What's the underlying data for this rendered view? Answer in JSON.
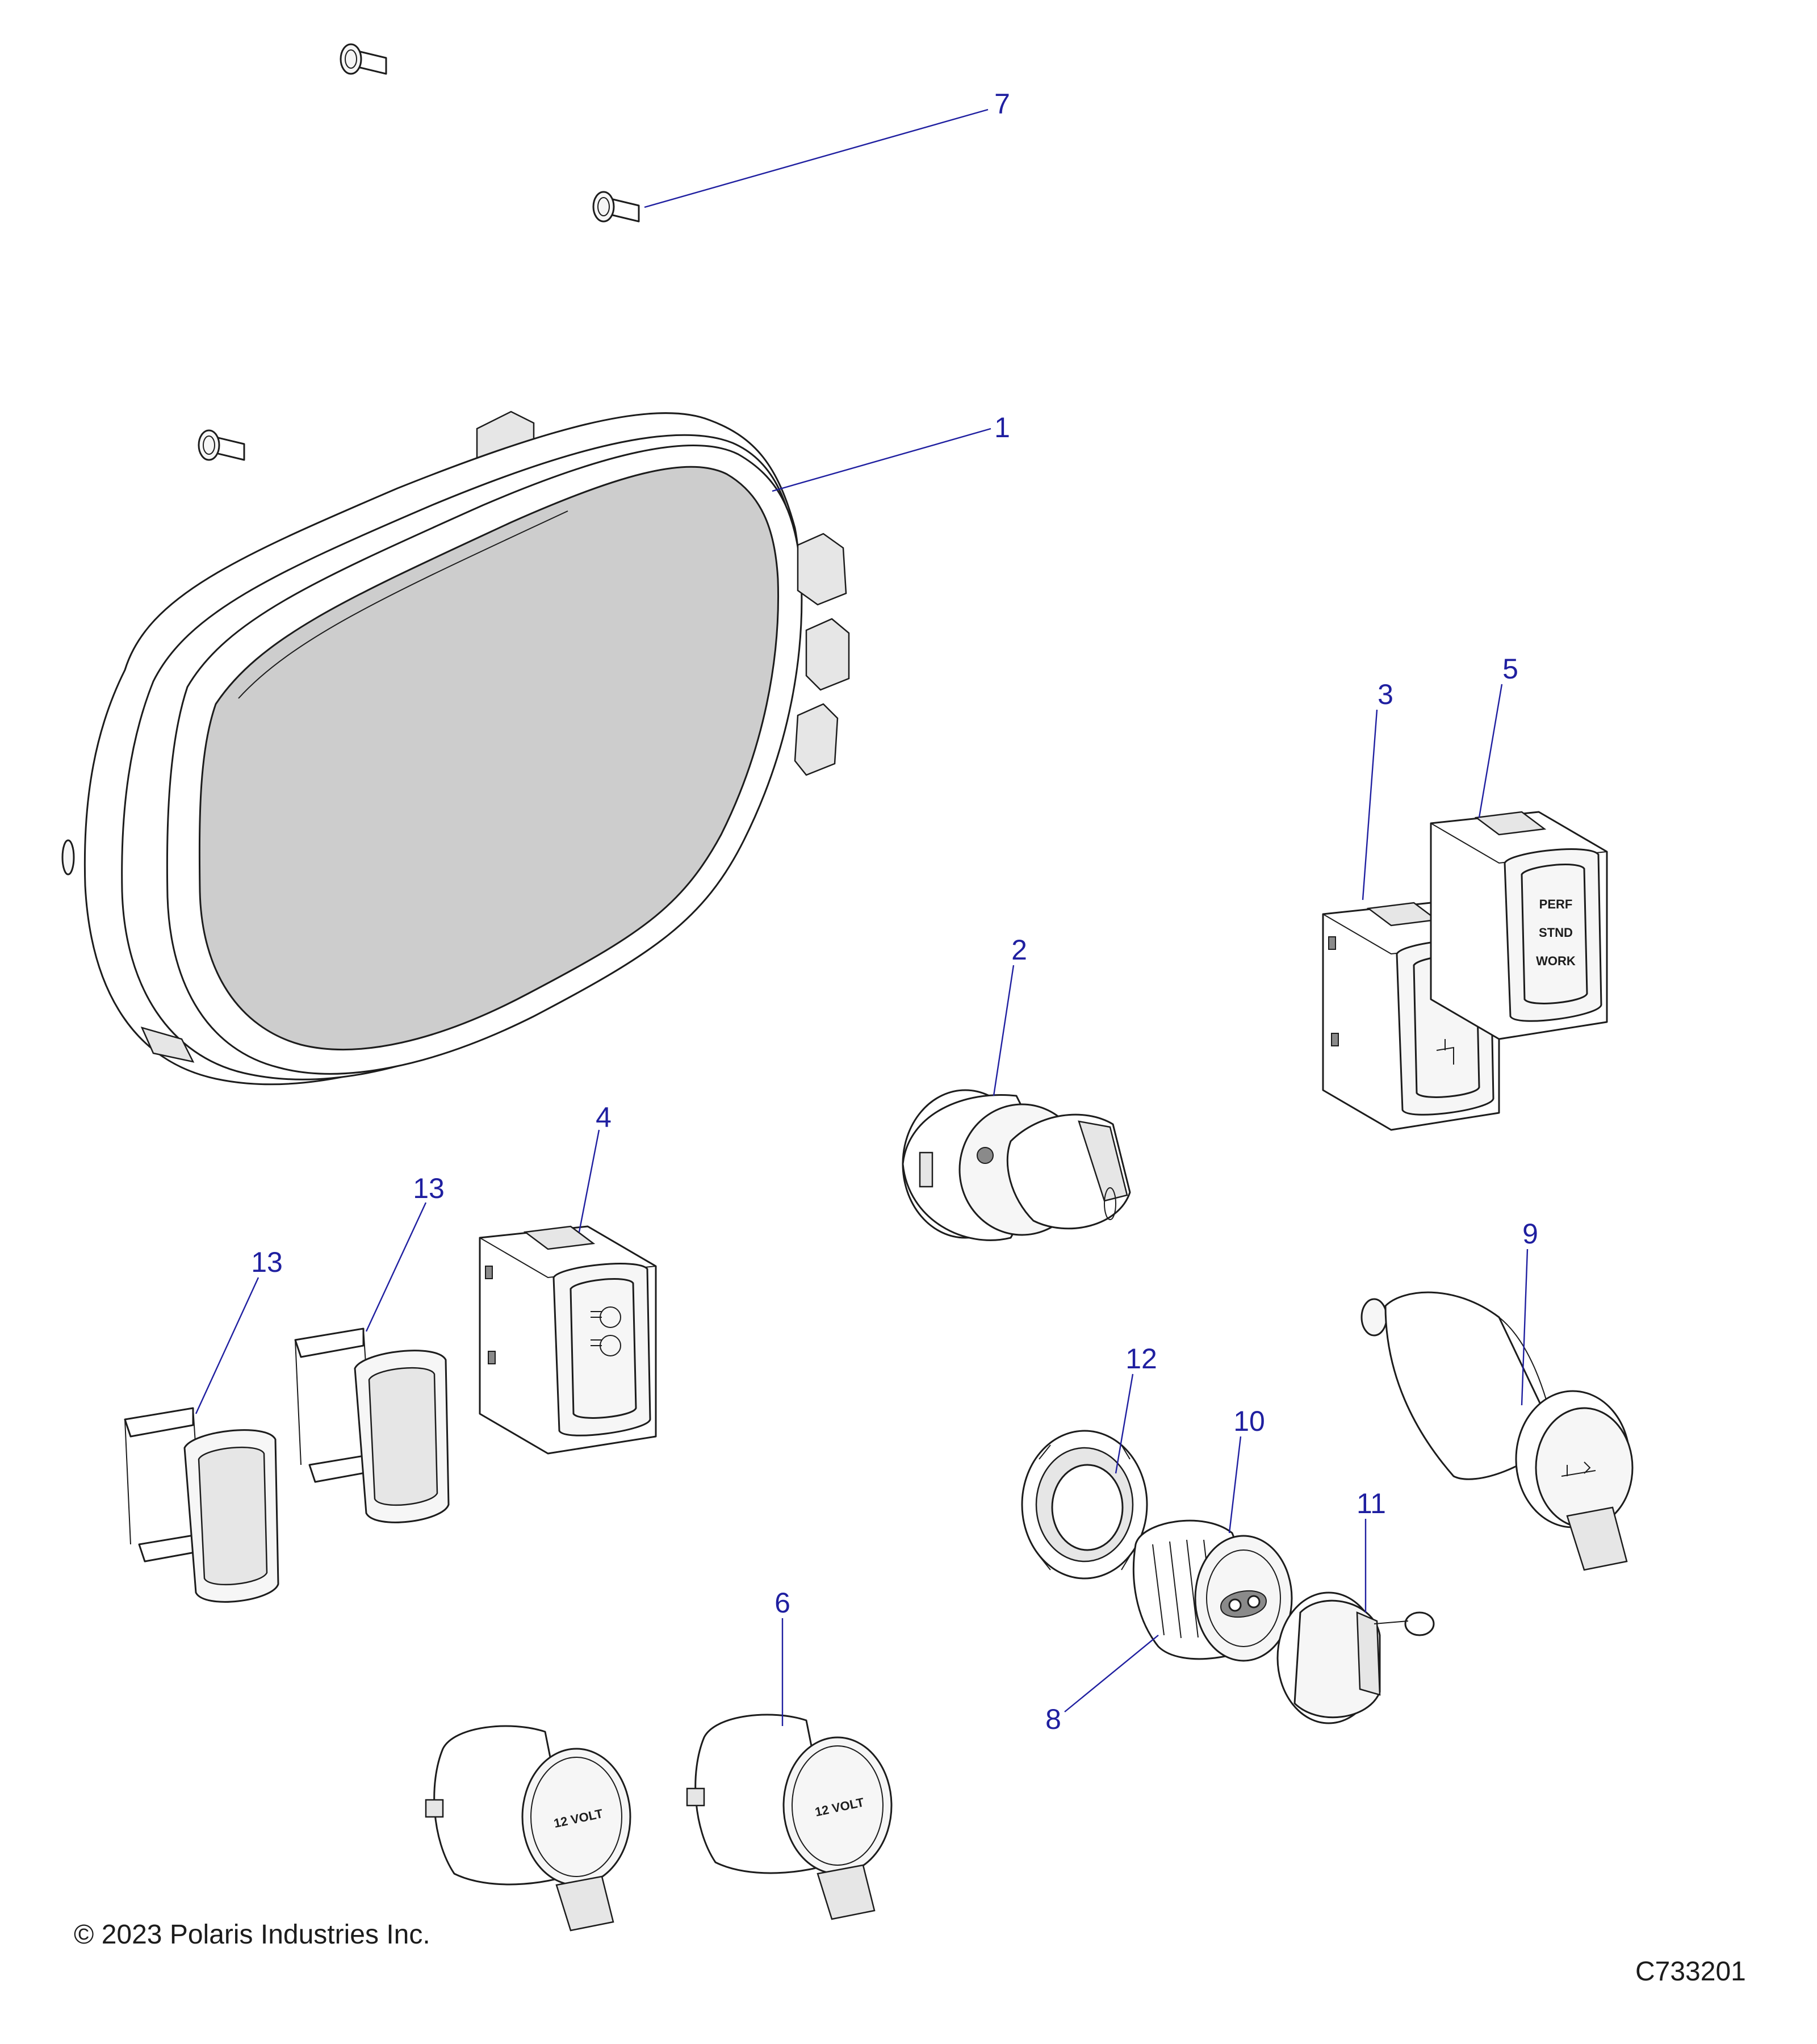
{
  "callouts": {
    "c1": "1",
    "c2": "2",
    "c3": "3",
    "c4": "4",
    "c5": "5",
    "c6": "6",
    "c7": "7",
    "c8": "8",
    "c9": "9",
    "c10": "10",
    "c11": "11",
    "c12": "12",
    "c13a": "13",
    "c13b": "13"
  },
  "part_text": {
    "mode_perf": "PERF",
    "mode_stnd": "STND",
    "mode_work": "WORK",
    "volt_a": "12 VOLT",
    "volt_b": "12 VOLT"
  },
  "footer": {
    "copyright": "© 2023 Polaris Industries Inc.",
    "code": "C733201"
  }
}
